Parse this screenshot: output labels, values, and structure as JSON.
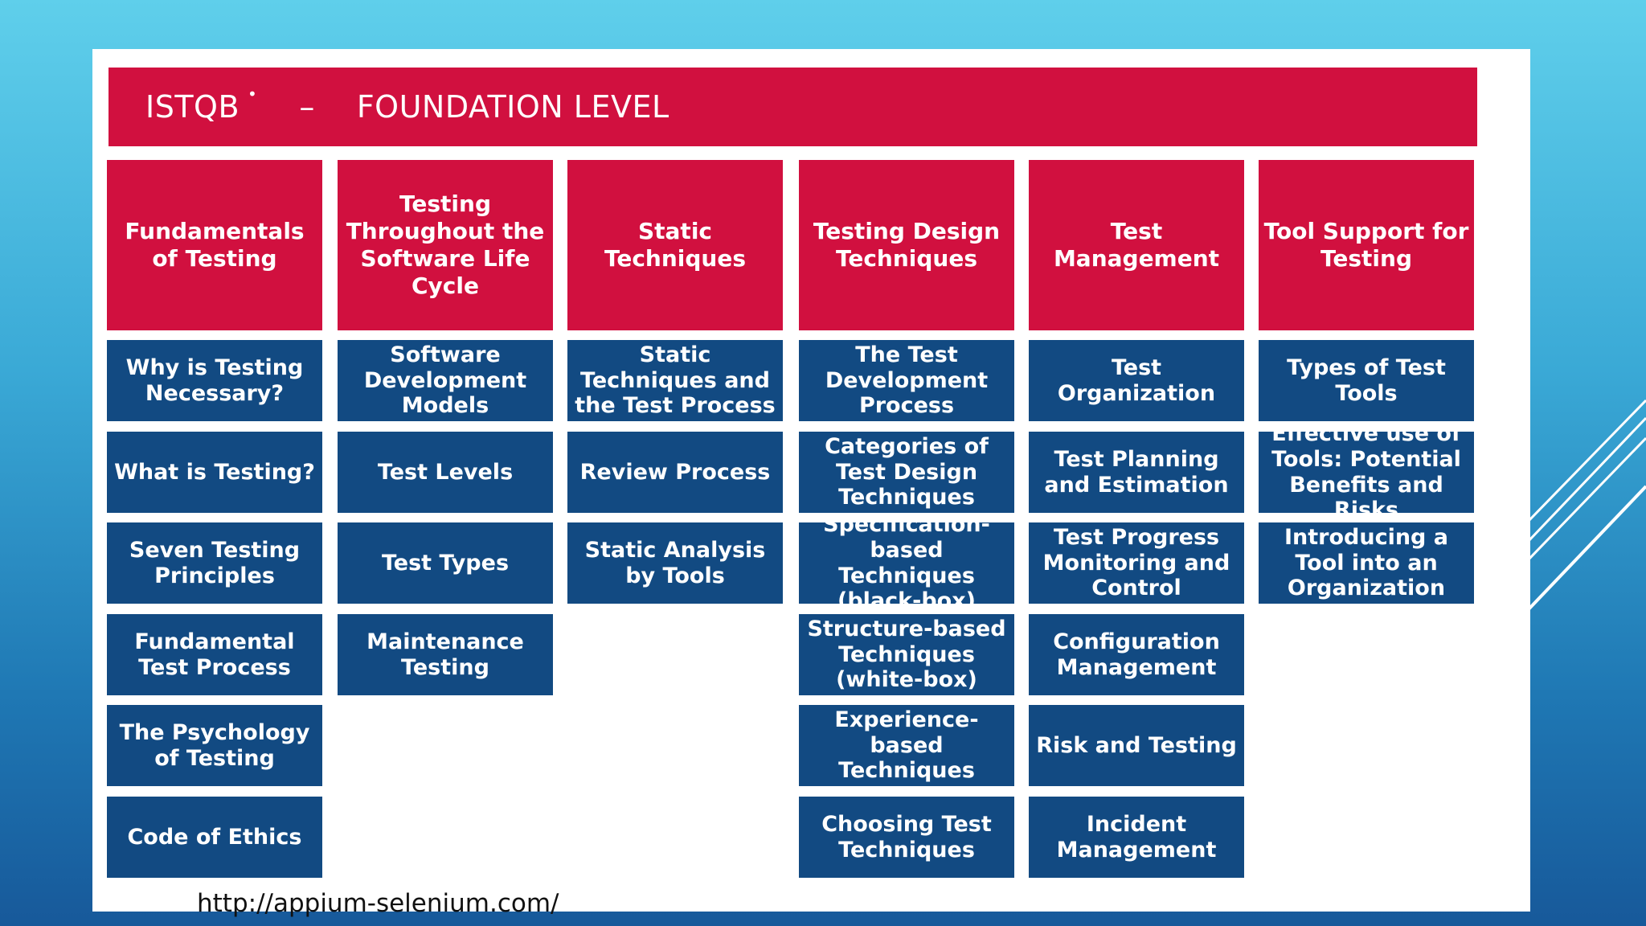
{
  "banner": {
    "brand": "ISTQB",
    "reg_mark": "•",
    "dash": "–",
    "level": "FOUNDATION LEVEL"
  },
  "columns": [
    {
      "header": "Fundamentals of Testing",
      "topics": [
        "Why is Testing Necessary?",
        "What is Testing?",
        "Seven Testing Principles",
        "Fundamental Test Process",
        "The Psychology of Testing",
        "Code of Ethics"
      ]
    },
    {
      "header": "Testing Throughout the Software Life Cycle",
      "topics": [
        "Software Development Models",
        "Test Levels",
        "Test Types",
        "Maintenance Testing"
      ]
    },
    {
      "header": "Static Techniques",
      "topics": [
        "Static Techniques and the Test Process",
        "Review Process",
        "Static Analysis by Tools"
      ]
    },
    {
      "header": "Testing Design Techniques",
      "topics": [
        "The Test Development Process",
        "Categories of Test Design Techniques",
        "Specification-based Techniques (black-box)",
        "Structure-based Techniques (white-box)",
        "Experience-based Techniques",
        "Choosing Test Techniques"
      ]
    },
    {
      "header": "Test Management",
      "topics": [
        "Test Organization",
        "Test Planning and Estimation",
        "Test Progress Monitoring and Control",
        "Configuration Management",
        "Risk and Testing",
        "Incident Management"
      ]
    },
    {
      "header": "Tool Support for Testing",
      "topics": [
        "Types of Test Tools",
        "Effective use of Tools: Potential Benefits and Risks",
        "Introducing a Tool into an Organization"
      ]
    }
  ],
  "watermark": "http://appium-selenium.com/",
  "colors": {
    "header_red": "#d1103f",
    "topic_blue": "#124a82"
  }
}
